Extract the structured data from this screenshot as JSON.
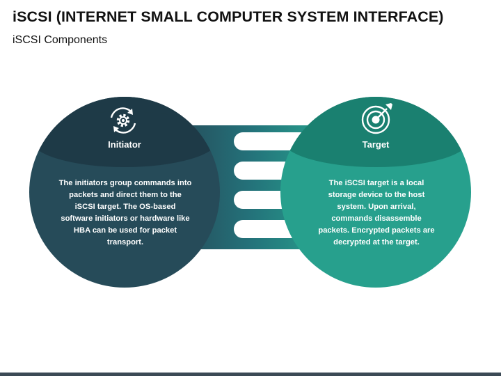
{
  "title": "iSCSI (INTERNET SMALL COMPUTER SYSTEM INTERFACE)",
  "subtitle": "iSCSI Components",
  "initiator": {
    "label": "Initiator",
    "icon": "gear-cycle-icon",
    "description": "The initiators group commands into packets and direct them to the iSCSI target. The OS-based software initiators or hardware like HBA can be used for packet transport."
  },
  "target": {
    "label": "Target",
    "icon": "target-arrow-icon",
    "description": "The iSCSI target is a local storage device to the host system. Upon arrival, commands disassemble packets. Encrypted packets are decrypted at the target."
  },
  "colors": {
    "initiator_dark": "#1e3a47",
    "initiator_main": "#264b59",
    "target_dark": "#1a8070",
    "target_main": "#27a08d",
    "footer": "#3b4a55"
  }
}
